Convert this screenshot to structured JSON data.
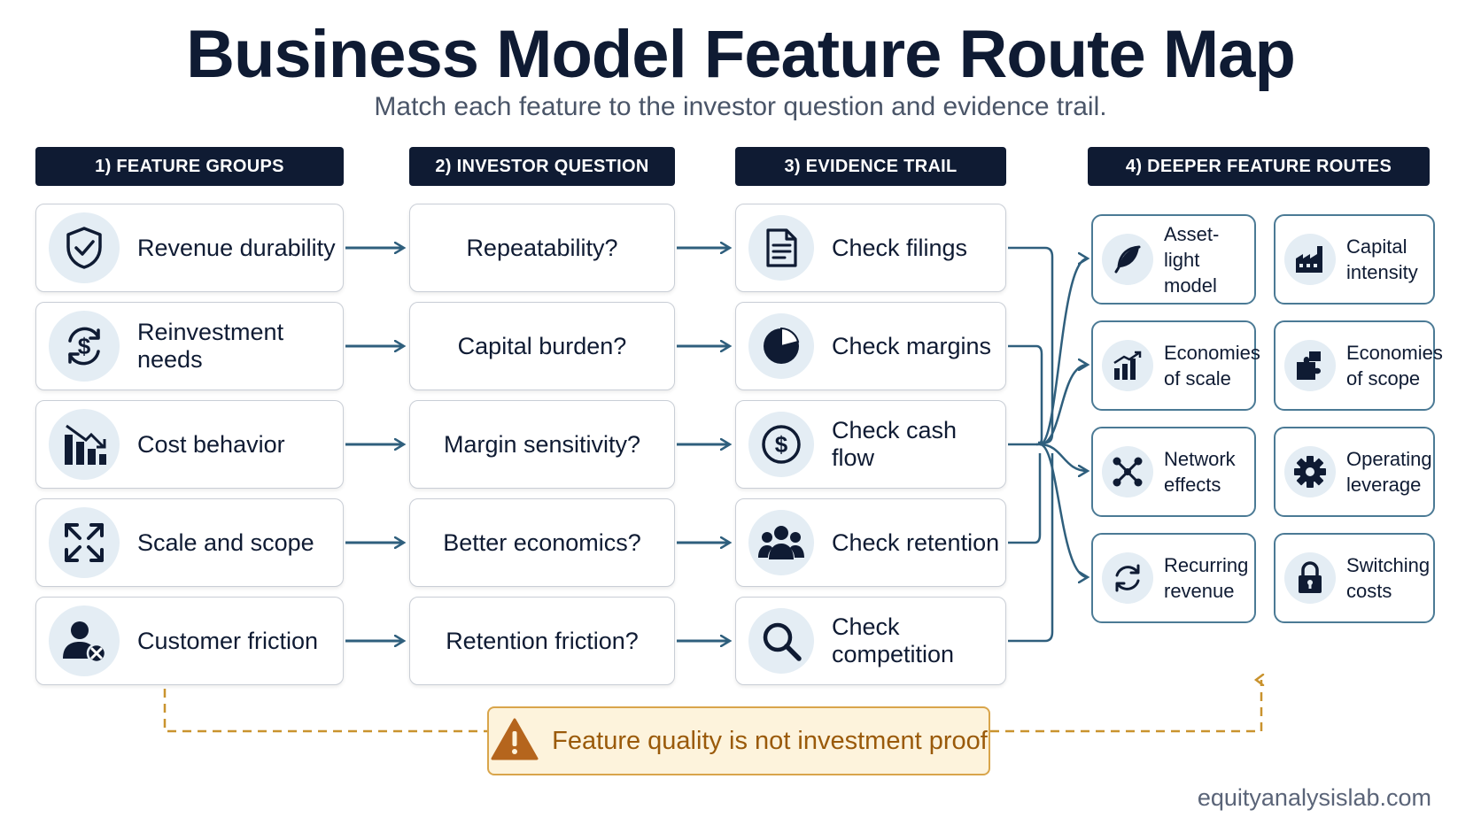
{
  "title": "Business Model Feature Route Map",
  "subtitle": "Match each feature to the investor question and evidence trail.",
  "headers": {
    "features": "1) FEATURE GROUPS",
    "questions": "2) INVESTOR QUESTION",
    "evidence": "3) EVIDENCE TRAIL",
    "routes": "4) DEEPER FEATURE ROUTES"
  },
  "features": [
    {
      "label": "Revenue durability",
      "icon": "shield-check-icon"
    },
    {
      "label": "Reinvestment needs",
      "icon": "dollar-cycle-icon"
    },
    {
      "label": "Cost behavior",
      "icon": "bar-chart-down-icon"
    },
    {
      "label": "Scale and scope",
      "icon": "expand-arrows-icon"
    },
    {
      "label": "Customer friction",
      "icon": "user-x-icon"
    }
  ],
  "questions": [
    {
      "label": "Repeatability?"
    },
    {
      "label": "Capital burden?"
    },
    {
      "label": "Margin sensitivity?"
    },
    {
      "label": "Better economics?"
    },
    {
      "label": "Retention friction?"
    }
  ],
  "evidence": [
    {
      "label": "Check filings",
      "icon": "document-icon"
    },
    {
      "label": "Check margins",
      "icon": "pie-chart-icon"
    },
    {
      "label": "Check cash flow",
      "icon": "dollar-coin-icon"
    },
    {
      "label": "Check retention",
      "icon": "users-icon"
    },
    {
      "label": "Check competition",
      "icon": "magnifier-icon"
    }
  ],
  "routes": [
    {
      "line1": "Asset-light",
      "line2": "model",
      "icon": "feather-icon"
    },
    {
      "line1": "Capital",
      "line2": "intensity",
      "icon": "factory-icon"
    },
    {
      "line1": "Economies",
      "line2": "of scale",
      "icon": "growth-bars-icon"
    },
    {
      "line1": "Economies",
      "line2": "of scope",
      "icon": "puzzle-icon"
    },
    {
      "line1": "Network",
      "line2": "effects",
      "icon": "network-icon"
    },
    {
      "line1": "Operating",
      "line2": "leverage",
      "icon": "gear-icon"
    },
    {
      "line1": "Recurring",
      "line2": "revenue",
      "icon": "refresh-icon"
    },
    {
      "line1": "Switching",
      "line2": "costs",
      "icon": "lock-icon"
    }
  ],
  "warning": {
    "label": "Feature quality is not investment proof",
    "icon": "warning-icon"
  },
  "footer": "equityanalysislab.com",
  "colors": {
    "navy": "#0f1b33",
    "arrow": "#2f5f7d",
    "route_border": "#4b7a95",
    "warning_fill": "#fdf3dc",
    "warning_stroke": "#d9a54b",
    "icon_bg": "#e4edf4"
  }
}
